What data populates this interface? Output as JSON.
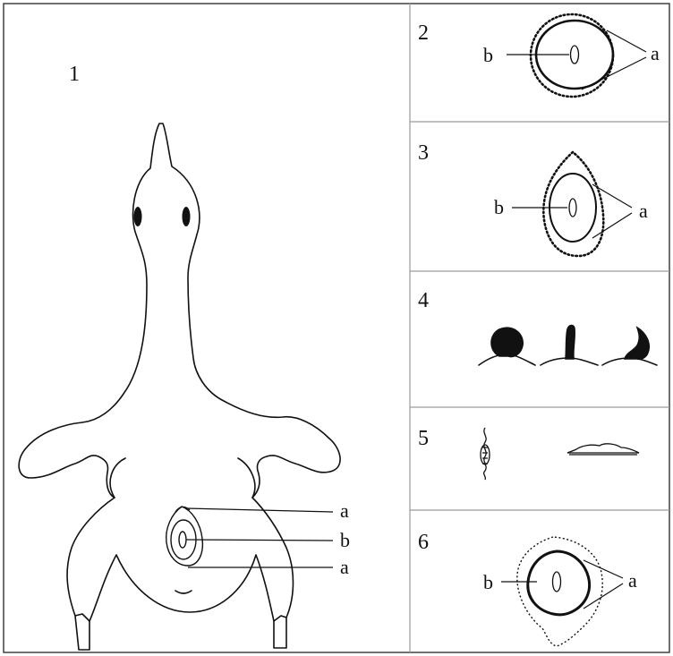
{
  "panels": [
    {
      "number": "1",
      "labels": {
        "a_top": "a",
        "b": "b",
        "a_bottom": "a"
      }
    },
    {
      "number": "2",
      "labels": {
        "b": "b",
        "a": "a"
      }
    },
    {
      "number": "3",
      "labels": {
        "b": "b",
        "a": "a"
      }
    },
    {
      "number": "4"
    },
    {
      "number": "5"
    },
    {
      "number": "6",
      "labels": {
        "b": "b",
        "a": "a"
      }
    }
  ],
  "colors": {
    "line": "#111111",
    "border": "#9a9a9a",
    "background": "#ffffff"
  }
}
